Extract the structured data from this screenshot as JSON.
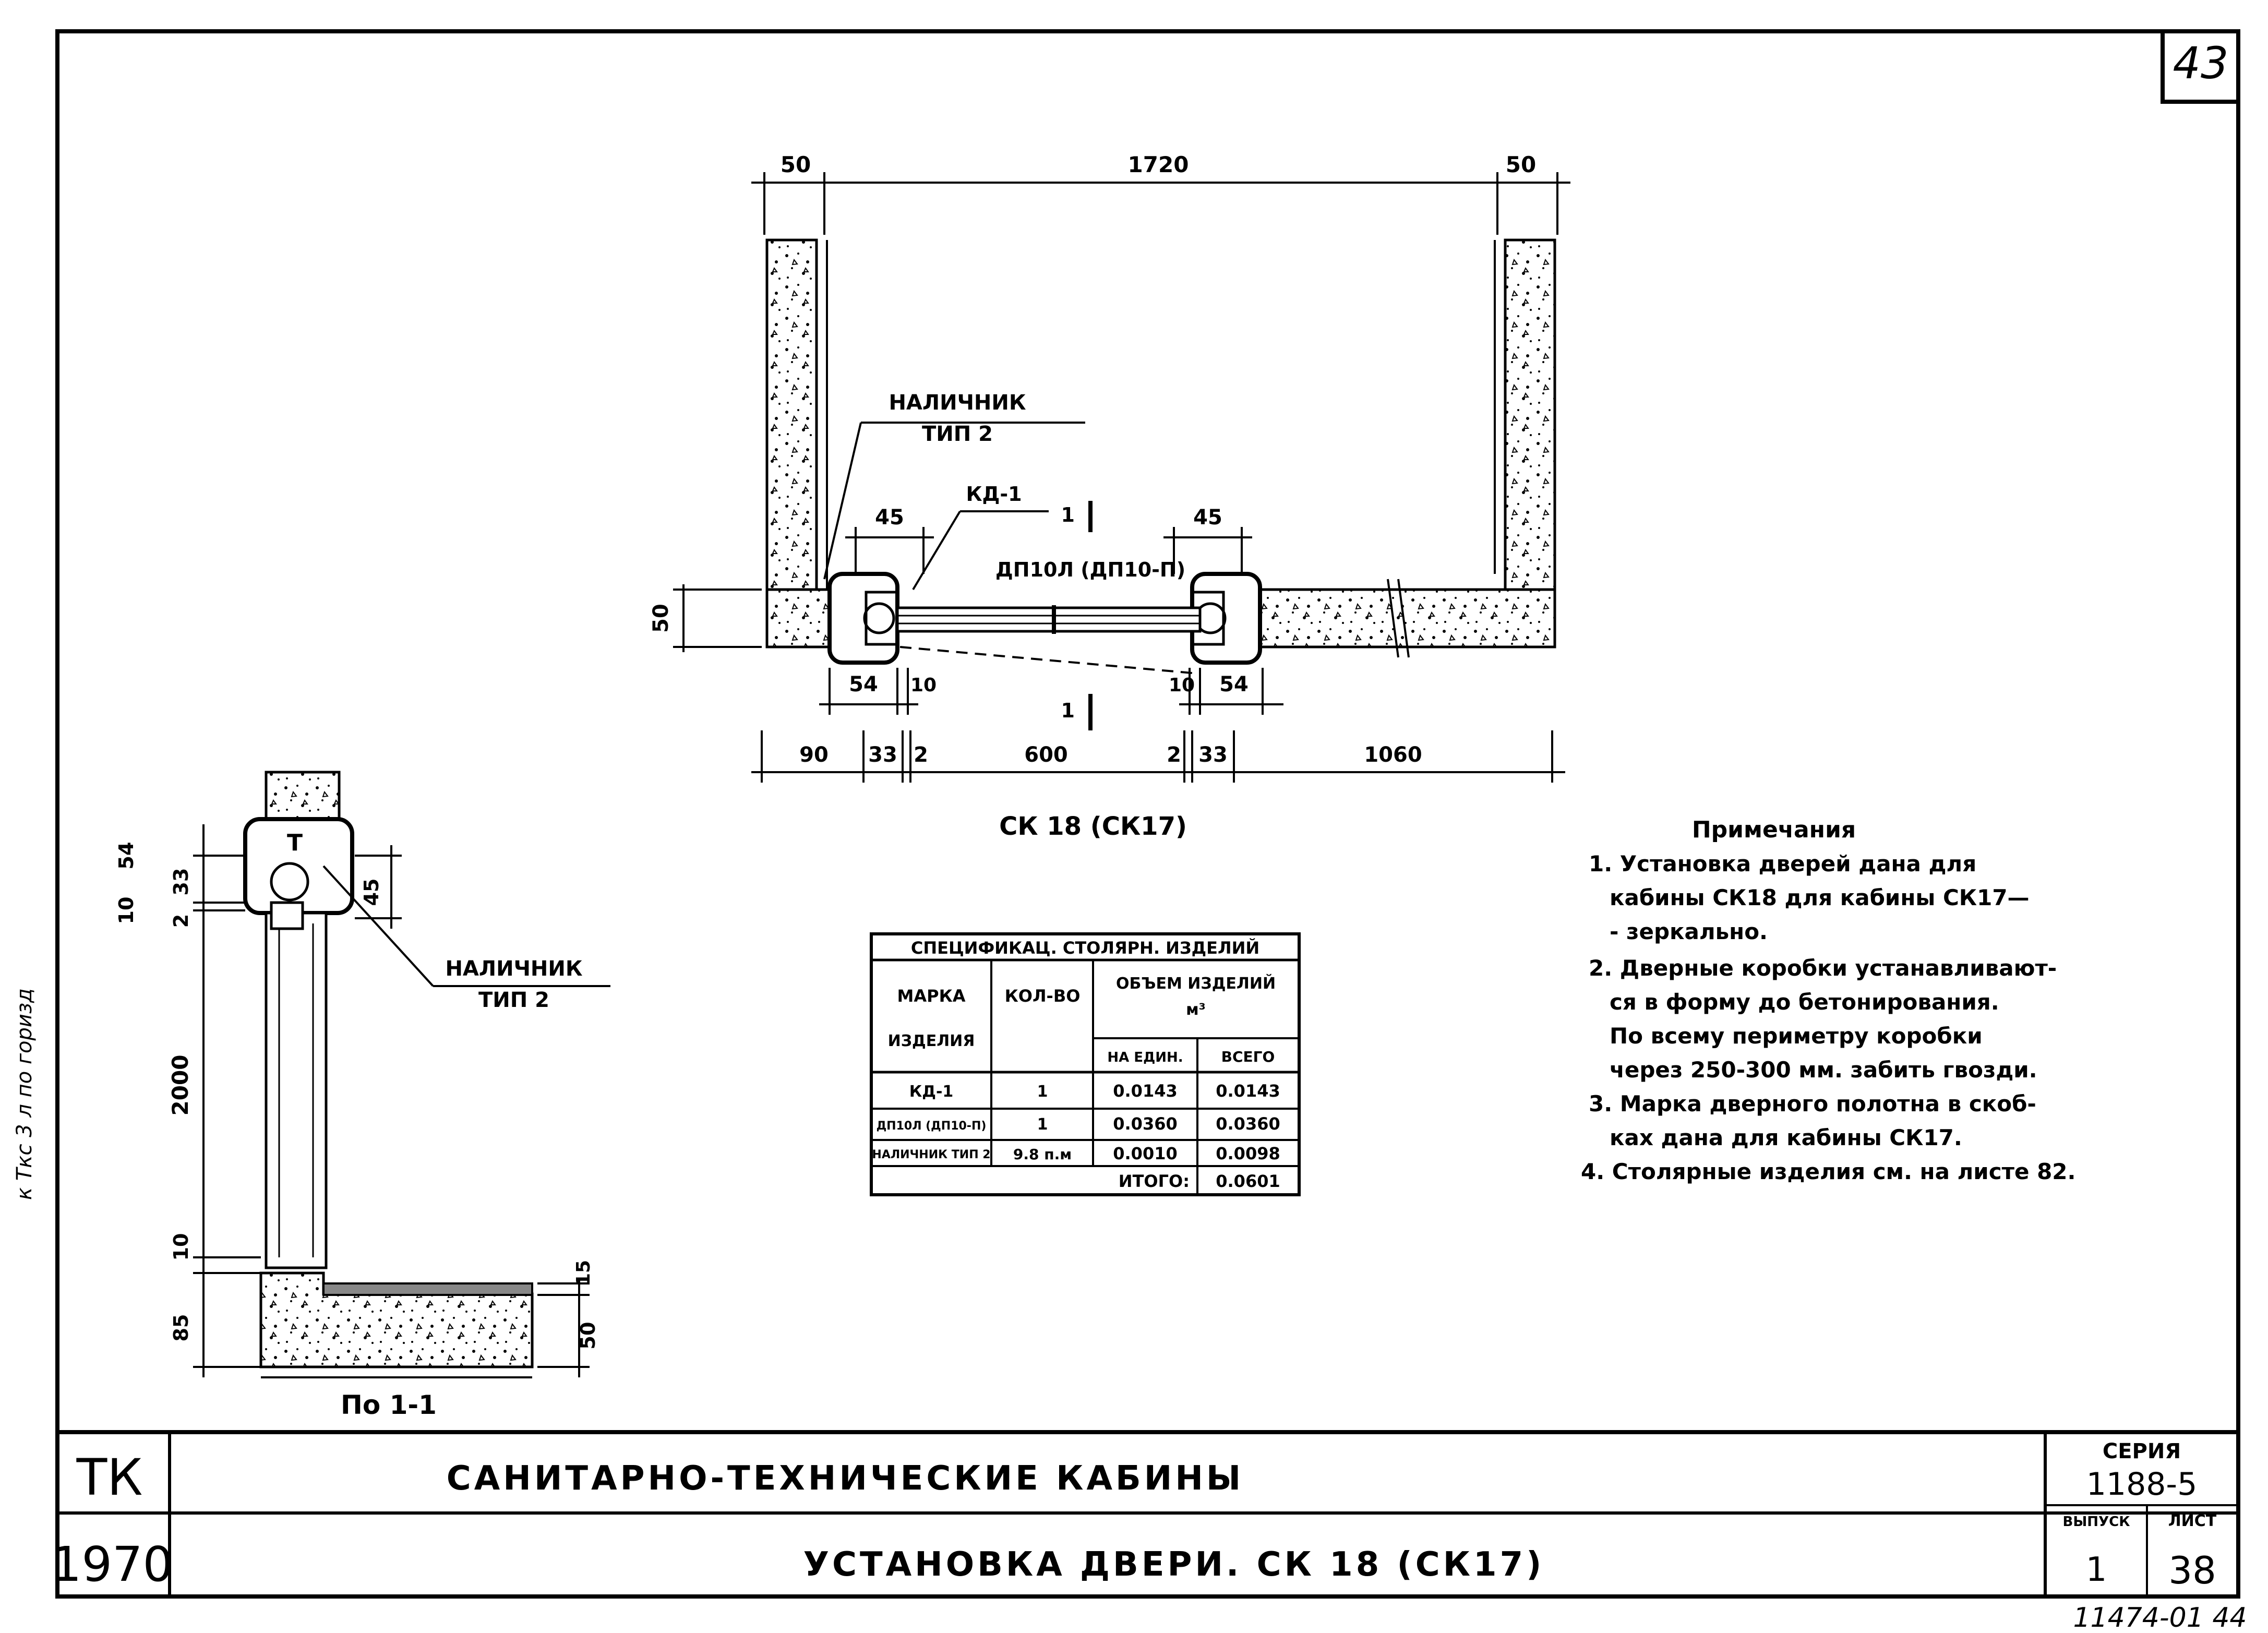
{
  "sheet": {
    "page_no": "43",
    "stamp_left": "к Ткс 3 л по горизд",
    "bottom_code": "11474-01 44"
  },
  "plan": {
    "dims_top": [
      "50",
      "1720",
      "50"
    ],
    "dims_bottom": [
      "90",
      "33",
      "2",
      "600",
      "2",
      "33",
      "1060"
    ],
    "dim_left": "50",
    "dim_45_left": "45",
    "dim_45_right": "45",
    "dim_54_left": "54",
    "dim_54_right": "54",
    "dim_10_left": "10",
    "dim_10_right": "10",
    "label_trim": "НАЛИЧНИК",
    "label_trim_type": "ТИП 2",
    "label_frame": "КД-1",
    "label_door": "ДП10Л (ДП10-П)",
    "section_mark": "1",
    "caption": "СК 18 (СК17)"
  },
  "section": {
    "dims_left": [
      "54",
      "10",
      "33",
      "2",
      "2000",
      "10",
      "85"
    ],
    "dim_45": "45",
    "dims_right": [
      "15",
      "50"
    ],
    "label_trim": "НАЛИЧНИК",
    "label_trim_type": "ТИП 2",
    "caption": "По 1-1"
  },
  "spec_table": {
    "title": "СПЕЦИФИКАЦ. СТОЛЯРН. ИЗДЕЛИЙ",
    "headers": {
      "mark": "МАРКА",
      "mark2": "ИЗДЕЛИЯ",
      "qty": "КОЛ-ВО",
      "volume": "ОБЪЕМ ИЗДЕЛИЙ",
      "volume_unit": "м³",
      "per_unit": "НА ЕДИН.",
      "total": "ВСЕГО"
    },
    "rows": [
      {
        "mark": "КД-1",
        "qty": "1",
        "per_unit": "0.0143",
        "total": "0.0143"
      },
      {
        "mark": "ДП10Л (ДП10-П)",
        "qty": "1",
        "per_unit": "0.0360",
        "total": "0.0360"
      },
      {
        "mark": "НАЛИЧНИК ТИП 2",
        "qty": "9.8 п.м",
        "per_unit": "0.0010",
        "total": "0.0098"
      }
    ],
    "total_label": "ИТОГО:",
    "total_value": "0.0601"
  },
  "notes": {
    "title": "Примечания",
    "lines": [
      "1. Установка дверей дана для",
      "кабины СК18 для кабины СК17—",
      "- зеркально.",
      "2. Дверные коробки устанавливают-",
      "ся в форму до бетонирования.",
      "По всему периметру коробки",
      "через 250-300 мм. забить гвозди.",
      "3. Марка дверного полотна в скоб-",
      "ках дана для кабины СК17.",
      "4. Столярные изделия см. на листе 82."
    ]
  },
  "title_block": {
    "org": "ТК",
    "year": "1970",
    "title1": "САНИТАРНО-ТЕХНИЧЕСКИЕ КАБИНЫ",
    "title2": "УСТАНОВКА ДВЕРИ. СК 18 (СК17)",
    "series_label": "СЕРИЯ",
    "series_value": "1188-5",
    "issue_label": "ВЫПУСК",
    "issue_value": "1",
    "sheet_label": "ЛИСТ",
    "sheet_value": "38"
  }
}
